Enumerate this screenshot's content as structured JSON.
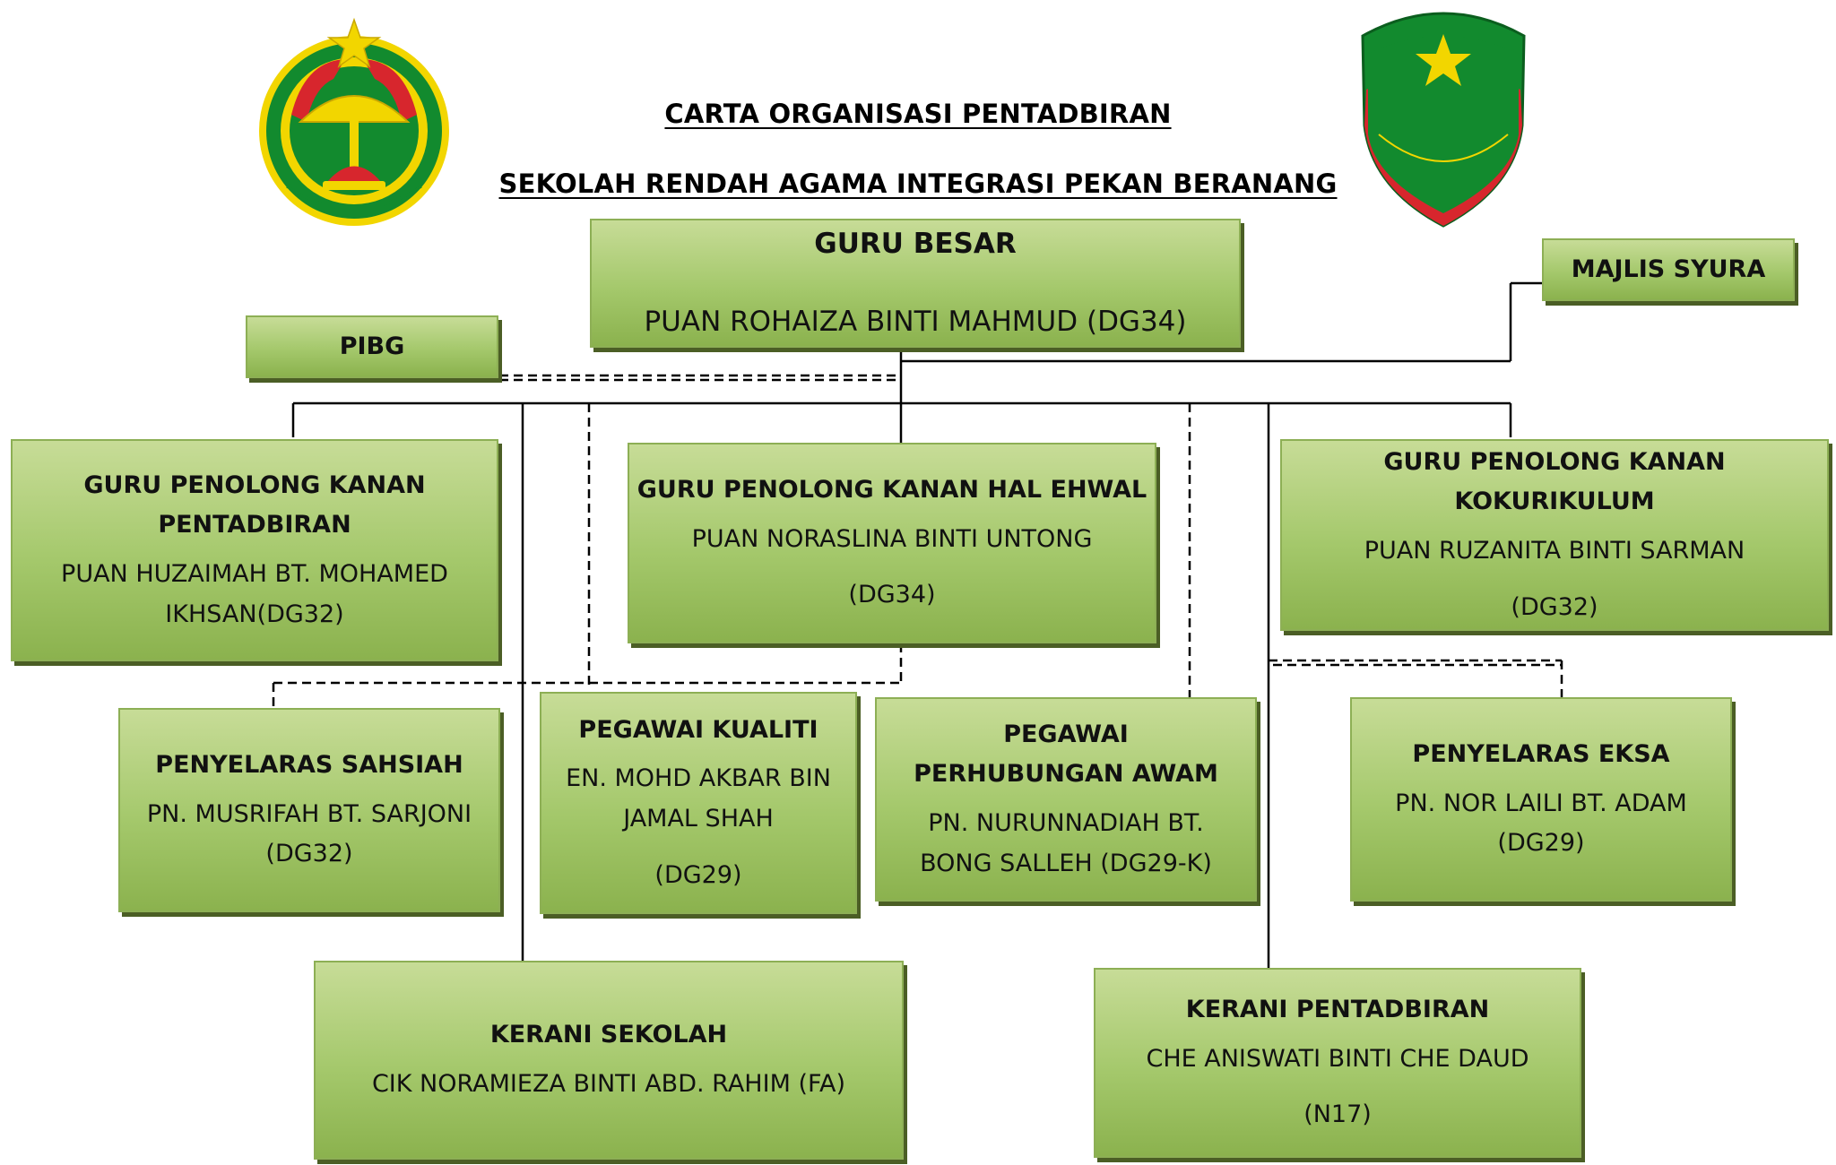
{
  "header": {
    "title_line1": "CARTA ORGANISASI PENTADBIRAN",
    "title_line2": "SEKOLAH RENDAH AGAMA INTEGRASI PEKAN BERANANG"
  },
  "colors": {
    "box_top": "#c7dc97",
    "box_bottom": "#8bb24e",
    "box_shadow": "#4b5e25",
    "logo_green": "#128a2e",
    "logo_yellow": "#f2d600",
    "logo_red": "#d7262d"
  },
  "logos": {
    "left": "selangor-state-crest",
    "right": "religious-school-shield-crest"
  },
  "nodes": {
    "guru_besar": {
      "role": "GURU BESAR",
      "person": "PUAN ROHAIZA BINTI MAHMUD (DG34)"
    },
    "majlis_syura": {
      "role": "MAJLIS SYURA"
    },
    "pibg": {
      "role": "PIBG"
    },
    "gpk_pentadbiran": {
      "role": "GURU PENOLONG KANAN PENTADBIRAN",
      "person": "PUAN HUZAIMAH BT. MOHAMED IKHSAN(DG32)"
    },
    "gpk_hal_ehwal": {
      "role": "GURU PENOLONG KANAN HAL EHWAL",
      "person": "PUAN NORASLINA BINTI UNTONG",
      "grade": "(DG34)"
    },
    "gpk_kokurikulum": {
      "role": "GURU PENOLONG KANAN KOKURIKULUM",
      "person": "PUAN RUZANITA BINTI SARMAN",
      "grade": "(DG32)"
    },
    "penyelaras_sahsiah": {
      "role": "PENYELARAS SAHSIAH",
      "person": "PN. MUSRIFAH BT. SARJONI (DG32)"
    },
    "pegawai_kualiti": {
      "role": "PEGAWAI KUALITI",
      "person": "EN. MOHD AKBAR  BIN JAMAL SHAH",
      "grade": "(DG29)"
    },
    "pegawai_perhubungan_awam": {
      "role": "PEGAWAI PERHUBUNGAN AWAM",
      "person": "PN. NURUNNADIAH BT. BONG SALLEH (DG29-K)"
    },
    "penyelaras_eksa": {
      "role": "PENYELARAS EKSA",
      "person": "PN. NOR LAILI BT. ADAM (DG29)"
    },
    "kerani_sekolah": {
      "role": "KERANI SEKOLAH",
      "person": "CIK NORAMIEZA BINTI ABD. RAHIM  (FA)"
    },
    "kerani_pentadbiran": {
      "role": "KERANI PENTADBIRAN",
      "person": "CHE ANISWATI BINTI CHE DAUD",
      "grade": "(N17)"
    }
  }
}
